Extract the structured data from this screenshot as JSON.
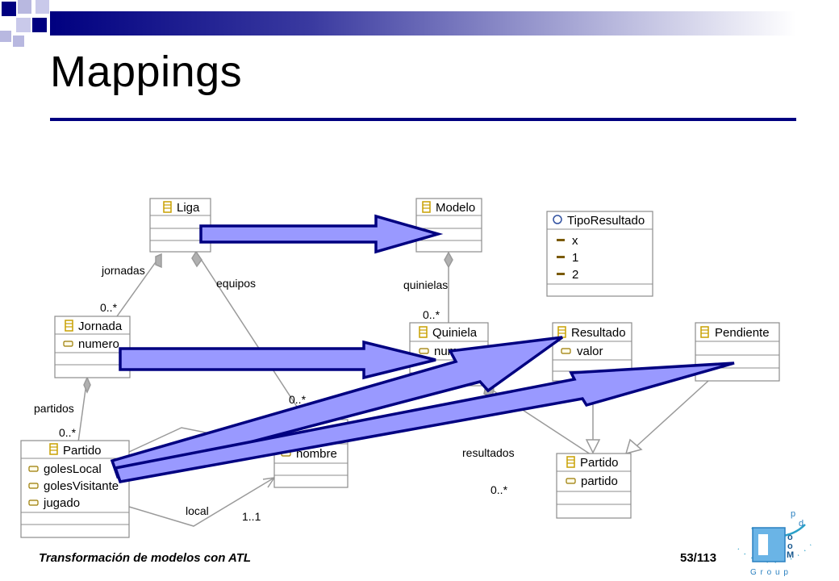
{
  "slide": {
    "title": "Mappings",
    "footer": "Transformación de modelos con ATL",
    "page": "53/113",
    "logo_letters": [
      "o",
      "o",
      "M",
      "d",
      "p"
    ],
    "logo_group": "G r o u p"
  },
  "diagram": {
    "classes": {
      "liga": {
        "name": "Liga",
        "attributes": []
      },
      "jornada": {
        "name": "Jornada",
        "attributes": [
          "numero"
        ]
      },
      "partido_src": {
        "name": "Partido",
        "attributes": [
          "golesLocal",
          "golesVisitante",
          "jugado"
        ]
      },
      "equipo": {
        "name": "",
        "attributes": [
          "nombre"
        ]
      },
      "modelo": {
        "name": "Modelo",
        "attributes": []
      },
      "tipo_resultado": {
        "name": "TipoResultado",
        "literals": [
          "x",
          "1",
          "2"
        ]
      },
      "quiniela": {
        "name": "Quiniela",
        "attributes": [
          "numero"
        ]
      },
      "resultado": {
        "name": "Resultado",
        "attributes": [
          "valor"
        ]
      },
      "pendiente": {
        "name": "Pendiente",
        "attributes": []
      },
      "partido_tgt": {
        "name": "Partido",
        "attributes": [
          "partido"
        ]
      }
    },
    "labels": {
      "jornadas": "jornadas",
      "jornadas_mult": "0..*",
      "equipos": "equipos",
      "equipos_mult": "0..*",
      "partidos": "partidos",
      "partidos_mult": "0..*",
      "local": "local",
      "local_mult": "1..1",
      "quinielas": "quinielas",
      "quinielas_mult": "0..*",
      "resultados": "resultados",
      "resultados_mult": "0..*"
    }
  },
  "colors": {
    "accent": "#000080",
    "arrow_fill": "#9999ff",
    "arrow_stroke": "#000080",
    "diagram_line": "#9a9a9a",
    "class_border": "#8c8c8c",
    "class_icon": "#c8a000"
  }
}
